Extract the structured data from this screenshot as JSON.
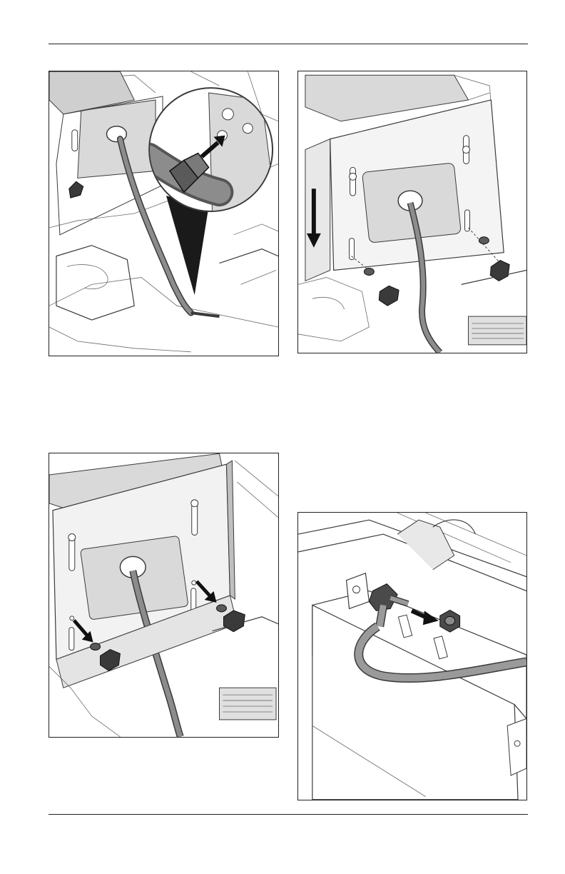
{
  "page": {
    "rules": [
      "top-rule",
      "bottom-rule"
    ]
  },
  "figures": [
    {
      "id": "fig1",
      "subject": "hose-connector-plate-closeup",
      "icons": [
        "right-arrow-icon"
      ]
    },
    {
      "id": "fig2",
      "subject": "plate-slide-down",
      "icons": [
        "down-arrow-icon"
      ]
    },
    {
      "id": "fig3",
      "subject": "washer-knob-install",
      "icons": [
        "diagonal-arrow-icon",
        "diagonal-arrow-icon"
      ]
    },
    {
      "id": "fig4",
      "subject": "hose-fitting-nut",
      "icons": [
        "right-arrow-icon"
      ]
    }
  ],
  "colors": {
    "line": "#231f20",
    "panel": "#d9d9d9",
    "hose": "#8c8c8c",
    "knob": "#3a3a3a",
    "arrow": "#111111"
  }
}
